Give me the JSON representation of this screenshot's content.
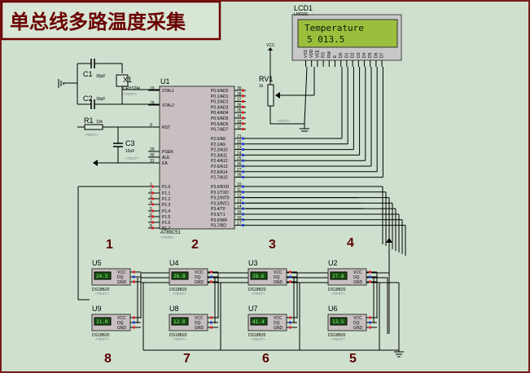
{
  "title": "单总线多路温度采集",
  "lcd": {
    "ref": "LCD1",
    "model": "LM016L",
    "line1": "Temperature",
    "line2": "5  013.5",
    "pins": [
      "VSS",
      "VDD",
      "VEE",
      "RS",
      "RW",
      "E",
      "D0",
      "D1",
      "D2",
      "D3",
      "D4",
      "D5",
      "D6",
      "D7"
    ]
  },
  "mcu": {
    "ref": "U1",
    "model": "AT89C51",
    "text": "<TEXT>",
    "left_pins": [
      {
        "label": "XTAL1",
        "num": "19"
      },
      {
        "label": "XTAL2",
        "num": "18"
      },
      {
        "label": "RST",
        "num": "9"
      },
      {
        "label": "PSEN",
        "num": "29"
      },
      {
        "label": "ALE",
        "num": "30"
      },
      {
        "label": "EA",
        "num": "31"
      },
      {
        "label": "P1.0",
        "num": "1"
      },
      {
        "label": "P1.1",
        "num": "2"
      },
      {
        "label": "P1.2",
        "num": "3"
      },
      {
        "label": "P1.3",
        "num": "4"
      },
      {
        "label": "P1.4",
        "num": "5"
      },
      {
        "label": "P1.5",
        "num": "6"
      },
      {
        "label": "P1.6",
        "num": "7"
      },
      {
        "label": "P1.7",
        "num": "8"
      }
    ],
    "right_pins": [
      {
        "label": "P0.0/AD0",
        "num": "39"
      },
      {
        "label": "P0.1/AD1",
        "num": "38"
      },
      {
        "label": "P0.2/AD2",
        "num": "37"
      },
      {
        "label": "P0.3/AD3",
        "num": "36"
      },
      {
        "label": "P0.4/AD4",
        "num": "35"
      },
      {
        "label": "P0.5/AD5",
        "num": "34"
      },
      {
        "label": "P0.6/AD6",
        "num": "33"
      },
      {
        "label": "P0.7/AD7",
        "num": "32"
      },
      {
        "label": "P2.0/A8",
        "num": "21"
      },
      {
        "label": "P2.1/A9",
        "num": "22"
      },
      {
        "label": "P2.2/A10",
        "num": "23"
      },
      {
        "label": "P2.3/A11",
        "num": "24"
      },
      {
        "label": "P2.4/A12",
        "num": "25"
      },
      {
        "label": "P2.5/A13",
        "num": "26"
      },
      {
        "label": "P2.6/A14",
        "num": "27"
      },
      {
        "label": "P2.7/A15",
        "num": "28"
      },
      {
        "label": "P3.0/RXD",
        "num": "10"
      },
      {
        "label": "P3.1/TXD",
        "num": "11"
      },
      {
        "label": "P3.2/INT0",
        "num": "12"
      },
      {
        "label": "P3.3/INT1",
        "num": "13"
      },
      {
        "label": "P3.4/T0",
        "num": "14"
      },
      {
        "label": "P3.5/T1",
        "num": "15"
      },
      {
        "label": "P3.6/WR",
        "num": "16"
      },
      {
        "label": "P3.7/RD",
        "num": "17"
      }
    ]
  },
  "crystal": {
    "ref": "X1",
    "model": "CRYSTAL",
    "text": "<TEXT>"
  },
  "c1": {
    "ref": "C1",
    "value": "30pF",
    "text": "<TEXT>"
  },
  "c2": {
    "ref": "C2",
    "value": "30pF",
    "text": "<TEXT>"
  },
  "c3": {
    "ref": "C3",
    "value": "10uF",
    "text": "<TEXT>"
  },
  "r1": {
    "ref": "R1",
    "value": "10k",
    "text": "<TEXT>"
  },
  "rv1": {
    "ref": "RV1",
    "value": "1k",
    "text": "<TEXT>"
  },
  "vcc_label": "VCC",
  "sensors": [
    {
      "ref": "U5",
      "value": "24.5",
      "num": "1",
      "model": "DS18B20",
      "text": "<TEXT>"
    },
    {
      "ref": "U4",
      "value": "26.8",
      "num": "2",
      "model": "DS18B20",
      "text": "<TEXT>"
    },
    {
      "ref": "U3",
      "value": "28.6",
      "num": "3",
      "model": "DS18B20",
      "text": "<TEXT>"
    },
    {
      "ref": "U2",
      "value": "27.8",
      "num": "4",
      "model": "DS18B20",
      "text": "<TEXT>"
    },
    {
      "ref": "U9",
      "value": "11.0",
      "num": "8",
      "model": "DS18B20",
      "text": "<TEXT>"
    },
    {
      "ref": "U8",
      "value": "12.0",
      "num": "7",
      "model": "DS18B20",
      "text": "<TEXT>"
    },
    {
      "ref": "U7",
      "value": "41.4",
      "num": "6",
      "model": "DS18B20",
      "text": "<TEXT>"
    },
    {
      "ref": "U6",
      "value": "13.5",
      "num": "5",
      "model": "DS18B20",
      "text": "<TEXT>"
    }
  ],
  "sensor_pins": [
    "VCC",
    "DQ",
    "GND"
  ]
}
